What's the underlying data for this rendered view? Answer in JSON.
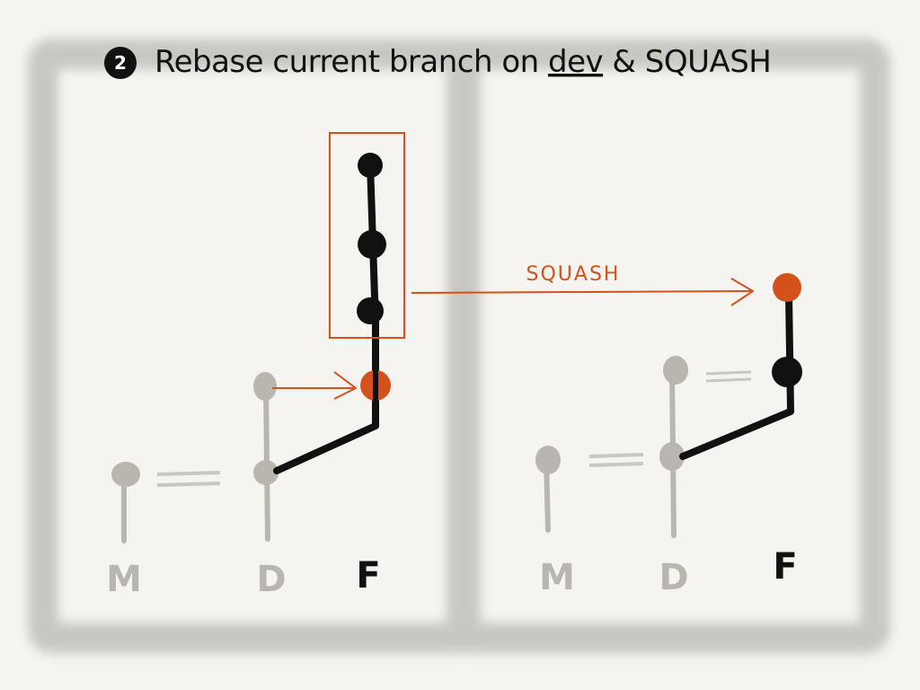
{
  "title": {
    "step_number": "2",
    "text": "Rebase current branch on dev & SQUASH",
    "prefix": "Rebase current branch on ",
    "underlined_word": "dev",
    "suffix": " & SQUASH"
  },
  "arrow_label": "SQUASH",
  "panels": [
    {
      "branch_labels": [
        "M",
        "D",
        "F"
      ]
    },
    {
      "branch_labels": [
        "M",
        "D",
        "F"
      ]
    }
  ],
  "colors": {
    "background": "#f5f4f1",
    "frame": "#c9c7c2",
    "faded_branch": "#b9b6b0",
    "active_branch": "#111111",
    "accent": "#d4521a"
  }
}
